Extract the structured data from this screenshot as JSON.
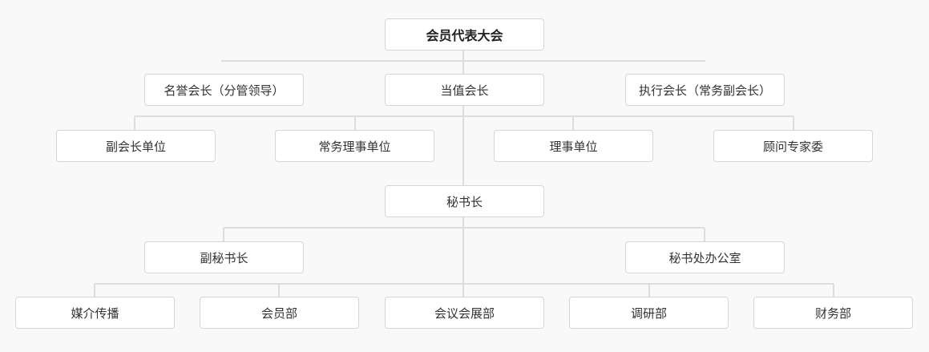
{
  "colors": {
    "line": "#dddddd",
    "box_border": "#d6d6d6",
    "background": "#f9f9f9"
  },
  "org": {
    "root": "会员代表大会",
    "honorary_president": "名誉会长（分管领导）",
    "duty_president": "当值会长",
    "executive_president": "执行会长（常务副会长）",
    "vice_president_units": "副会长单位",
    "standing_director_units": "常务理事单位",
    "director_units": "理事单位",
    "expert_committee": "顾问专家委",
    "secretary_general": "秘书长",
    "deputy_secretary_general": "副秘书长",
    "secretariat_office": "秘书处办公室",
    "media": "媒介传播",
    "membership_dept": "会员部",
    "conference_dept": "会议会展部",
    "research_dept": "调研部",
    "finance_dept": "财务部"
  }
}
